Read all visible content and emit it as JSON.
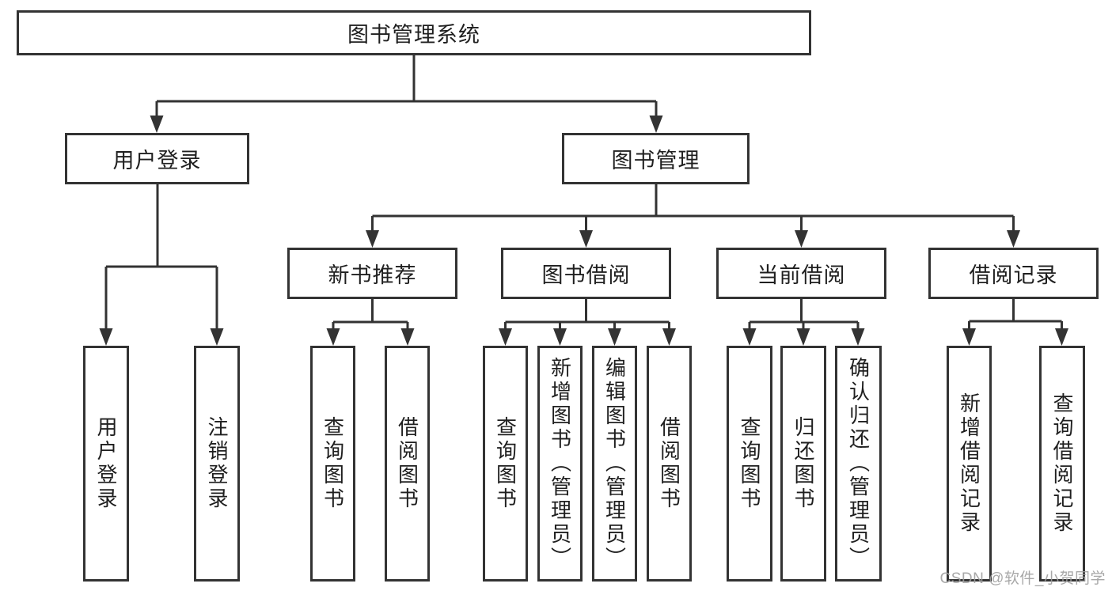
{
  "diagram": {
    "root": {
      "label": "图书管理系统",
      "children": [
        {
          "label": "用户登录",
          "children": [
            {
              "label": "用户登录"
            },
            {
              "label": "注销登录"
            }
          ]
        },
        {
          "label": "图书管理",
          "children": [
            {
              "label": "新书推荐",
              "children": [
                {
                  "label": "查询图书"
                },
                {
                  "label": "借阅图书"
                }
              ]
            },
            {
              "label": "图书借阅",
              "children": [
                {
                  "label": "查询图书"
                },
                {
                  "label": "新增图书（管理员）"
                },
                {
                  "label": "编辑图书（管理员）"
                },
                {
                  "label": "借阅图书"
                }
              ]
            },
            {
              "label": "当前借阅",
              "children": [
                {
                  "label": "查询图书"
                },
                {
                  "label": "归还图书"
                },
                {
                  "label": "确认归还（管理员）"
                }
              ]
            },
            {
              "label": "借阅记录",
              "children": [
                {
                  "label": "新增借阅记录"
                },
                {
                  "label": "查询借阅记录"
                }
              ]
            }
          ]
        }
      ]
    }
  },
  "watermark": {
    "text": "CSDN @软件_小贺同学"
  },
  "colors": {
    "line": "#333333",
    "text": "#1f1f1f",
    "watermark": "#9e9e9e",
    "background": "#ffffff"
  }
}
